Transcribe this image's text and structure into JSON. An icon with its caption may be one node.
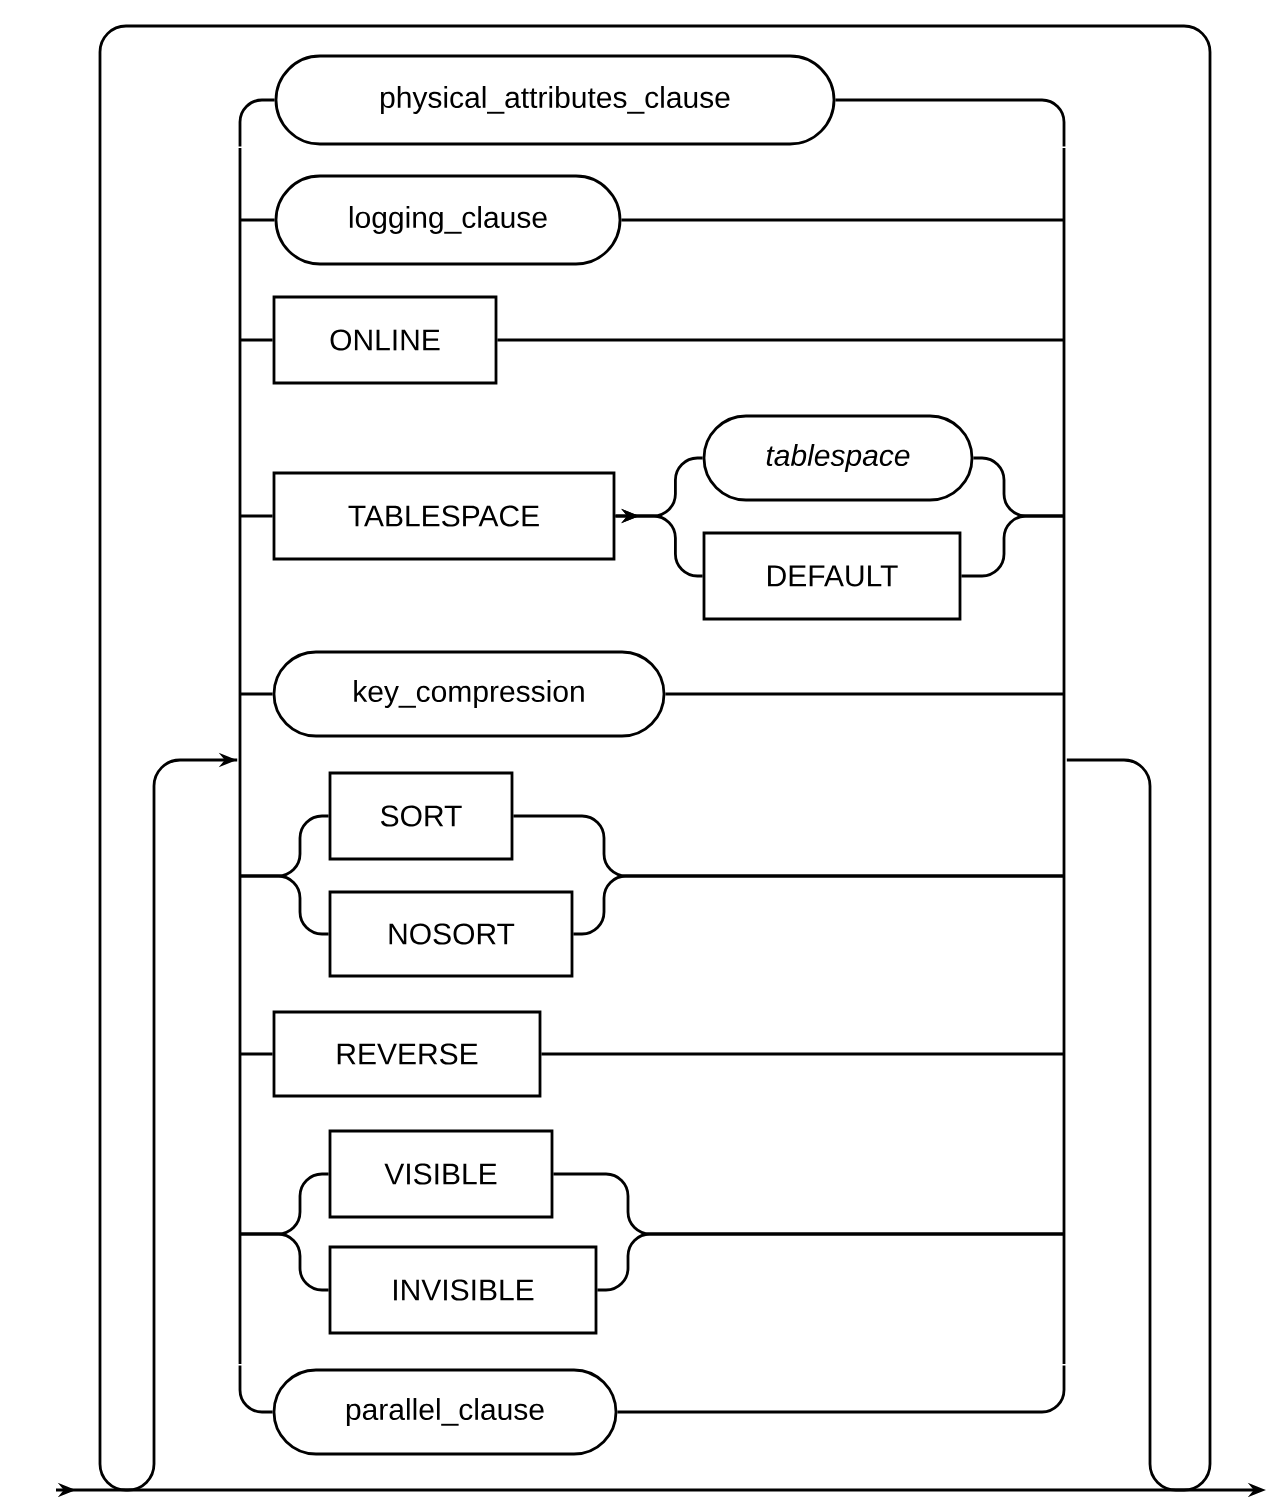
{
  "diagram": {
    "nodes": [
      {
        "text": [
          "physical_attributes_clause"
        ]
      },
      {
        "text": [
          "logging_clause"
        ]
      },
      {
        "text": [
          "ONLINE"
        ]
      },
      {
        "text": [
          "TABLESPACE"
        ]
      },
      {
        "text": [
          "tablespace"
        ]
      },
      {
        "text": [
          "DEFAULT"
        ]
      },
      {
        "text": [
          "key_compression"
        ]
      },
      {
        "text": [
          "SORT"
        ]
      },
      {
        "text": [
          "NOSORT"
        ]
      },
      {
        "text": [
          "REVERSE"
        ]
      },
      {
        "text": [
          "VISIBLE"
        ]
      },
      {
        "text": [
          "INVISIBLE"
        ]
      },
      {
        "text": [
          "parallel_clause"
        ]
      },
      {
        "text": [],
        "shape": "bar"
      },
      {
        "text": [],
        "shape": "bar"
      }
    ],
    "edges": [
      {
        "from": 3,
        "to": 4,
        "arrow": "to"
      },
      {
        "from": 3,
        "to": 5,
        "arrow": "to"
      },
      {
        "from": 13,
        "to": 0,
        "arrow": "none"
      },
      {
        "from": 13,
        "to": 1,
        "arrow": "none"
      },
      {
        "from": 13,
        "to": 2,
        "arrow": "none"
      },
      {
        "from": 13,
        "to": 3,
        "arrow": "none"
      },
      {
        "from": 13,
        "to": 6,
        "arrow": "none"
      },
      {
        "from": 13,
        "to": 7,
        "arrow": "none"
      },
      {
        "from": 13,
        "to": 8,
        "arrow": "none"
      },
      {
        "from": 13,
        "to": 9,
        "arrow": "none"
      },
      {
        "from": 13,
        "to": 10,
        "arrow": "none"
      },
      {
        "from": 13,
        "to": 11,
        "arrow": "none"
      },
      {
        "from": 13,
        "to": 12,
        "arrow": "none"
      },
      {
        "from": 0,
        "to": 14,
        "arrow": "none"
      },
      {
        "from": 1,
        "to": 14,
        "arrow": "none"
      },
      {
        "from": 2,
        "to": 14,
        "arrow": "none"
      },
      {
        "from": 4,
        "to": 14,
        "arrow": "none"
      },
      {
        "from": 5,
        "to": 14,
        "arrow": "none"
      },
      {
        "from": 6,
        "to": 14,
        "arrow": "none"
      },
      {
        "from": 7,
        "to": 14,
        "arrow": "none"
      },
      {
        "from": 8,
        "to": 14,
        "arrow": "none"
      },
      {
        "from": 9,
        "to": 14,
        "arrow": "none"
      },
      {
        "from": 10,
        "to": 14,
        "arrow": "none"
      },
      {
        "from": 11,
        "to": 14,
        "arrow": "none"
      },
      {
        "from": 12,
        "to": 14,
        "arrow": "none"
      },
      {
        "from": 14,
        "to": 13,
        "arrow": "to"
      }
    ]
  }
}
